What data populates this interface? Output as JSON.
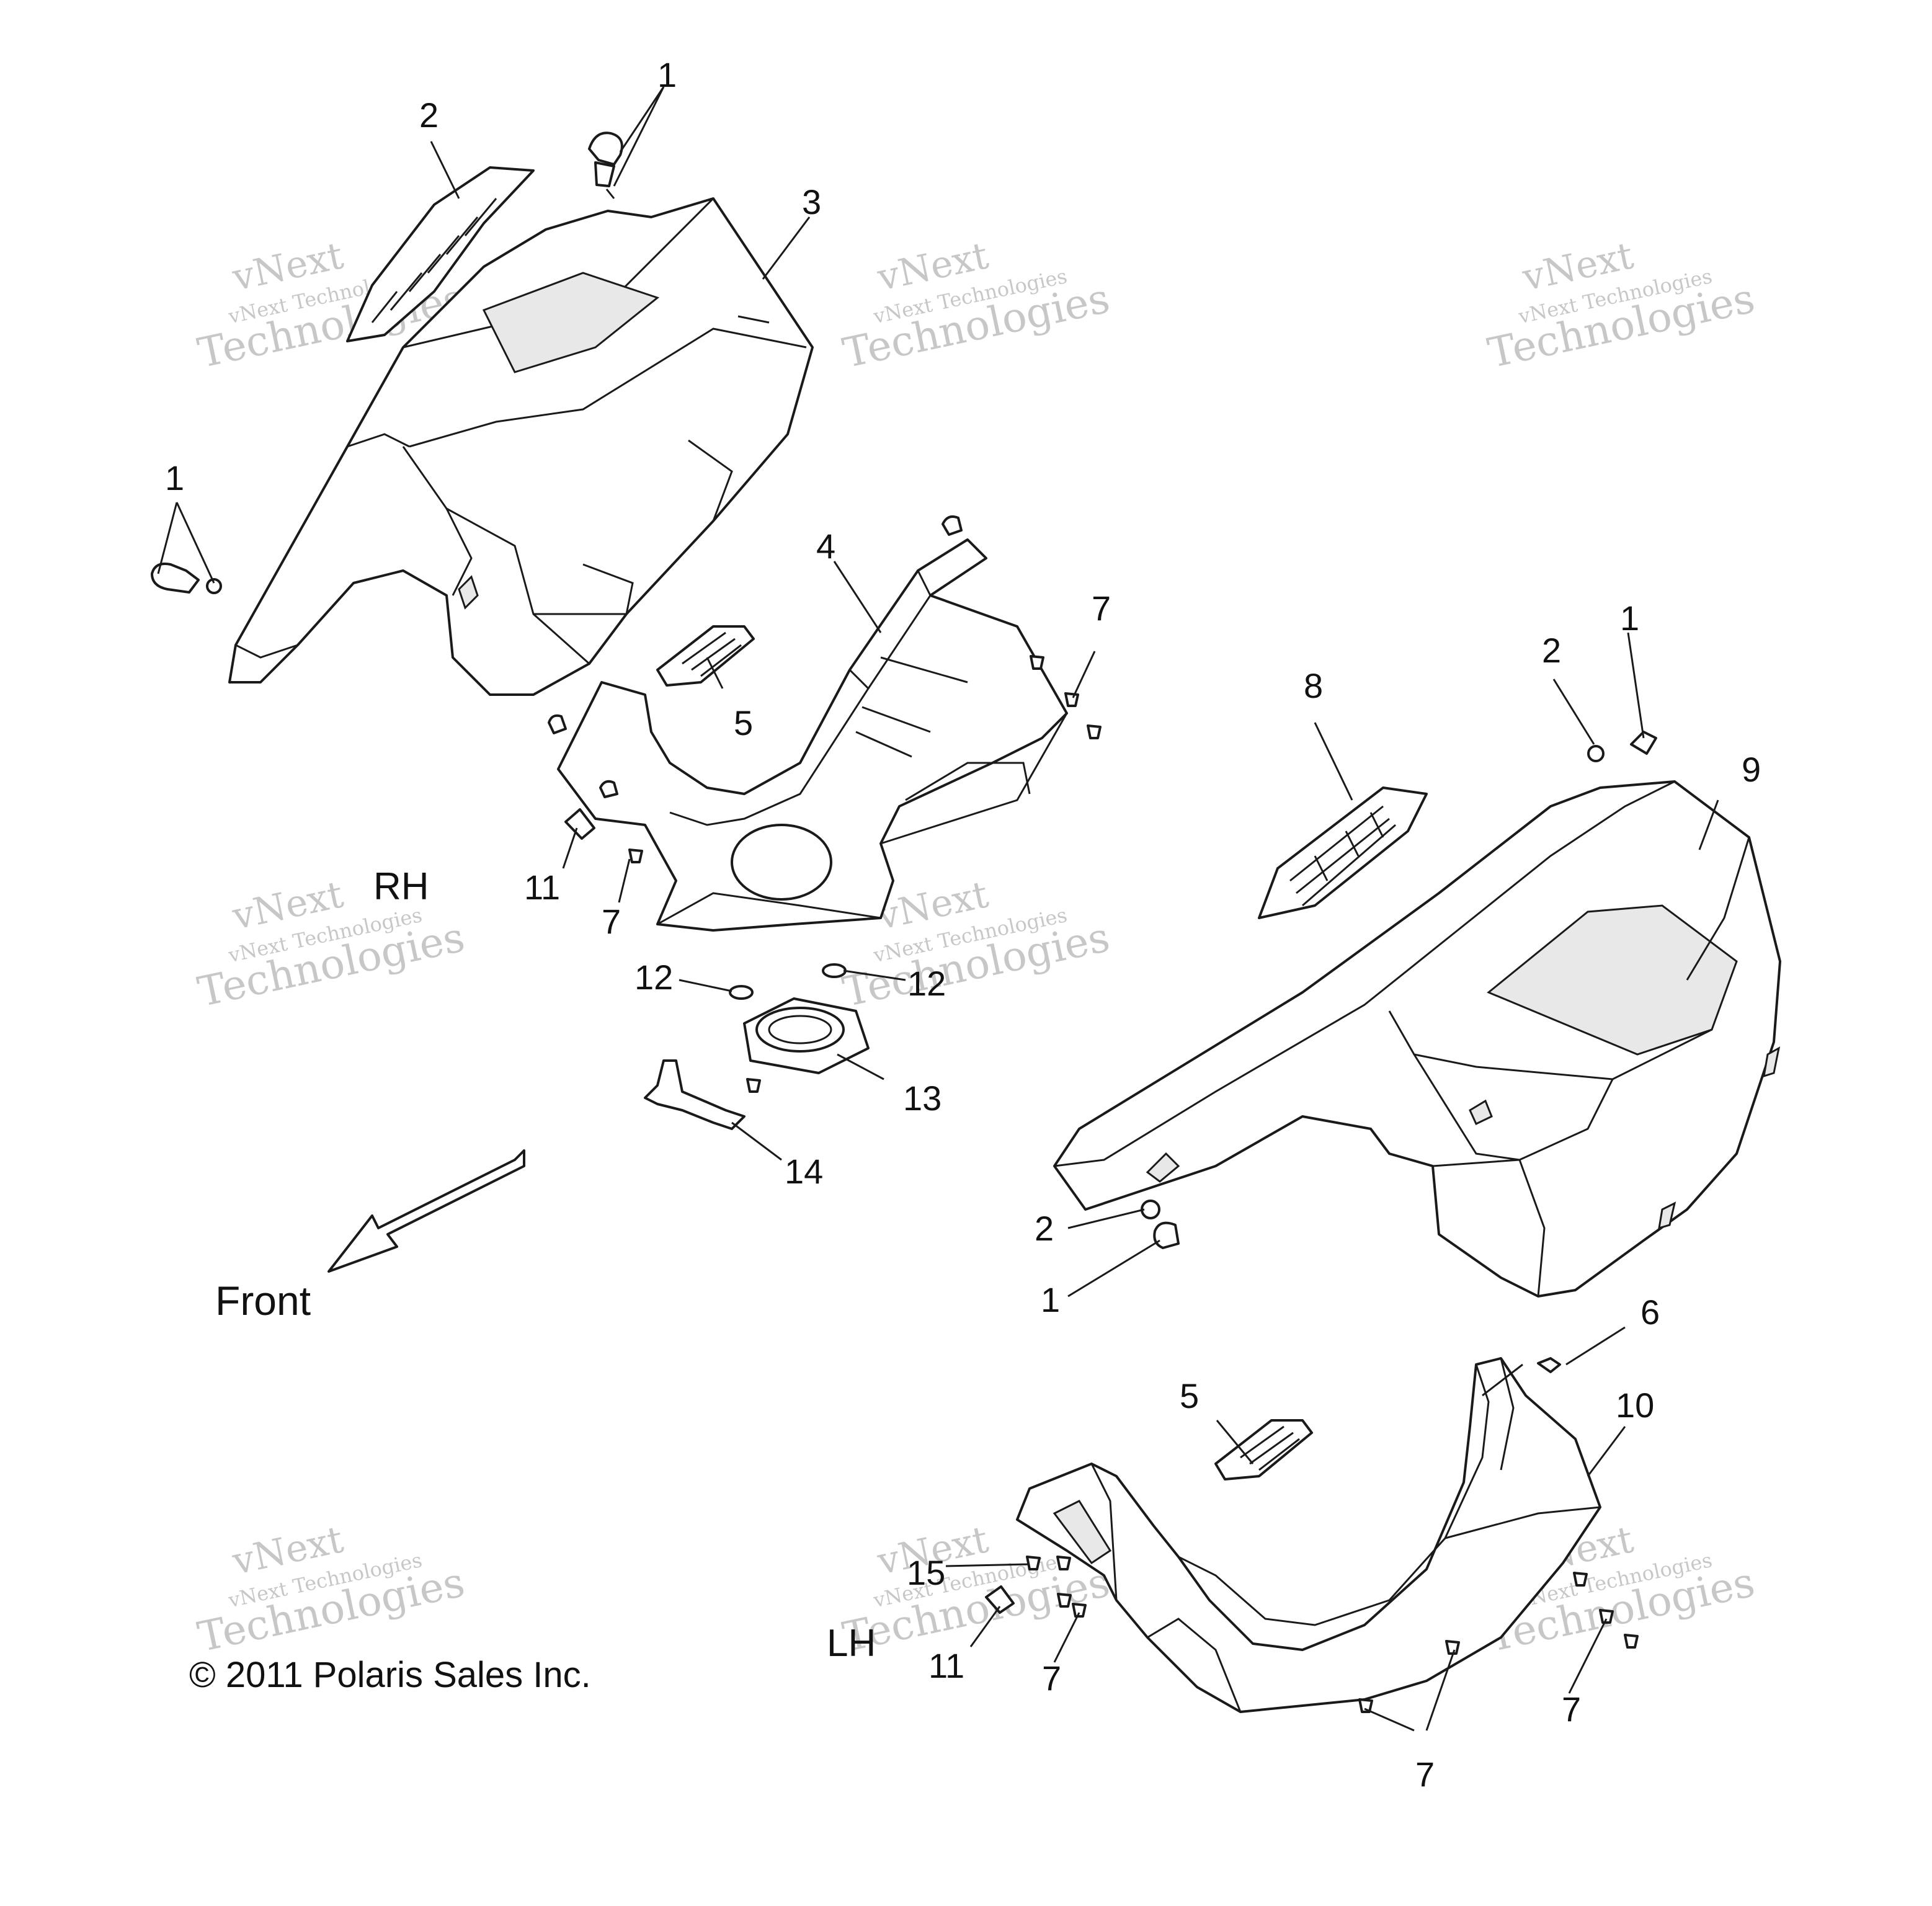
{
  "callouts": [
    "1",
    "2",
    "3",
    "1",
    "4",
    "5",
    "7",
    "7",
    "11",
    "12",
    "12",
    "13",
    "14",
    "8",
    "2",
    "1",
    "9",
    "2",
    "1",
    "6",
    "5",
    "10",
    "15",
    "11",
    "7",
    "7",
    "7"
  ],
  "side_labels": {
    "rh": "RH",
    "lh": "LH"
  },
  "direction": {
    "front": "Front"
  },
  "copyright": "© 2011 Polaris Sales Inc.",
  "watermark": {
    "brand": "vNext",
    "full": "vNext Technologies",
    "word": "Technologies"
  }
}
